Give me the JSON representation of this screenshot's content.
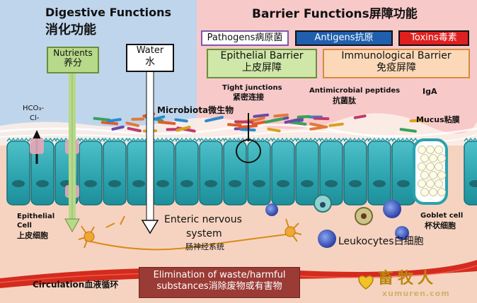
{
  "headers": {
    "digestive_en": "Digestive Functions",
    "digestive_cn": "消化功能",
    "barrier_en": "Barrier Functions屏障功能"
  },
  "tags": {
    "pathogens": "Pathogens病原菌",
    "antigens": "Antigens抗原",
    "toxins": "Toxins毒素"
  },
  "barrier_boxes": {
    "epithelial_en": "Epithelial Barrier",
    "epithelial_cn": "上皮屏障",
    "immuno_en": "Immunological Barrier",
    "immuno_cn": "免疫屏障"
  },
  "digest_boxes": {
    "nutrients_en": "Nutrients",
    "nutrients_cn": "养分",
    "water_en": "Water",
    "water_cn": "水"
  },
  "labels": {
    "tight_en": "Tight junctions",
    "tight_cn": "紧密连接",
    "antimicrobial_en": "Antimicrobial peptides",
    "antimicrobial_cn": "抗菌肽",
    "iga": "IgA",
    "microbiota": "Microbiota微生物",
    "mucus": "Mucus粘膜",
    "hco3": "HCO₃-",
    "cl": "Cl-",
    "epithelial_cell_en": "Epithelial",
    "epithelial_cell_en2": "Cell",
    "epithelial_cell_cn": "上皮细胞",
    "goblet_en": "Goblet cell",
    "goblet_cn": "杯状细胞",
    "enteric1": "Enteric nervous",
    "enteric2": "system",
    "enteric_cn": "肠神经系统",
    "leukocytes": "Leukocytes白细胞",
    "circulation": "Circulation血液循环",
    "elimination1": "Elimination of waste/harmful",
    "elimination2": "substances消除废物或有害物"
  },
  "watermark": {
    "brand": "畜牧人",
    "site": "xumuren.com"
  },
  "colors": {
    "digestive_bg": "#bfd5ec",
    "barrier_bg": "#f8c9c9",
    "tissue_bg": "#f6d3c0",
    "cell": "#2fa6b0",
    "circulation": "#d42b1f",
    "nutrients_arrow": "#b7d98a",
    "antigens_tag": "#1f5fae",
    "toxins_tag": "#e0201f",
    "elimination_box": "#9b3b36"
  }
}
